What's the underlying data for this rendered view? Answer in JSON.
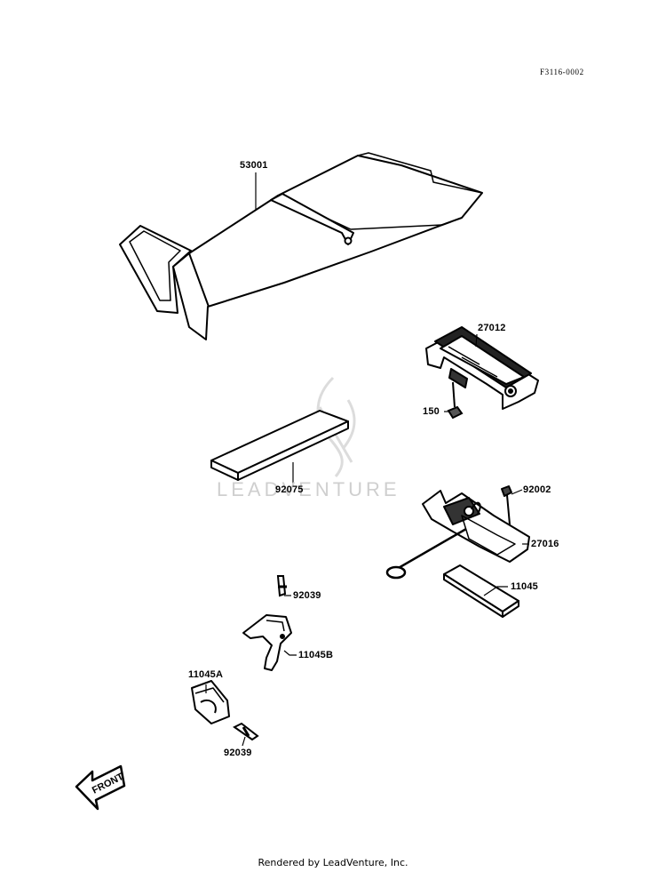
{
  "figure_code": "F3116-0002",
  "watermark": "LEADVENTURE",
  "front_label": "FRONT",
  "footer": "Rendered by LeadVenture, Inc.",
  "parts": [
    {
      "id": "seat",
      "number": "53001"
    },
    {
      "id": "hinge",
      "number": "27012"
    },
    {
      "id": "bolt",
      "number": "150"
    },
    {
      "id": "pad",
      "number": "92075"
    },
    {
      "id": "bolt-2",
      "number": "92002"
    },
    {
      "id": "lock",
      "number": "27016"
    },
    {
      "id": "plate",
      "number": "11045"
    },
    {
      "id": "pin-upper",
      "number": "92039"
    },
    {
      "id": "bracket",
      "number": "11045B"
    },
    {
      "id": "holder",
      "number": "11045A"
    },
    {
      "id": "pin-lower",
      "number": "92039"
    }
  ]
}
